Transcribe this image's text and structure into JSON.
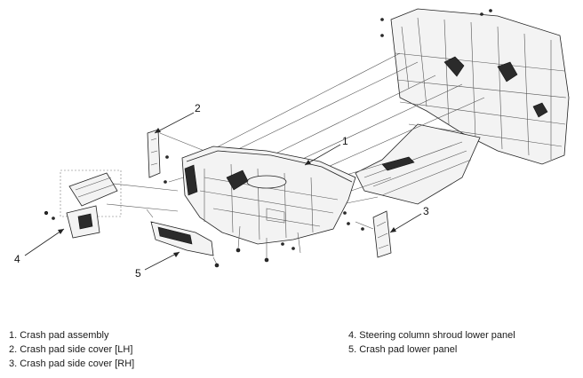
{
  "callouts": [
    {
      "number": "1"
    },
    {
      "number": "2"
    },
    {
      "number": "3"
    },
    {
      "number": "4"
    },
    {
      "number": "5"
    }
  ],
  "legend": {
    "left": [
      "1. Crash pad assembly",
      "2. Crash pad side cover [LH]",
      "3. Crash pad side cover [RH]"
    ],
    "right": [
      "4. Steering column shroud lower panel",
      "5. Crash pad lower panel"
    ]
  }
}
